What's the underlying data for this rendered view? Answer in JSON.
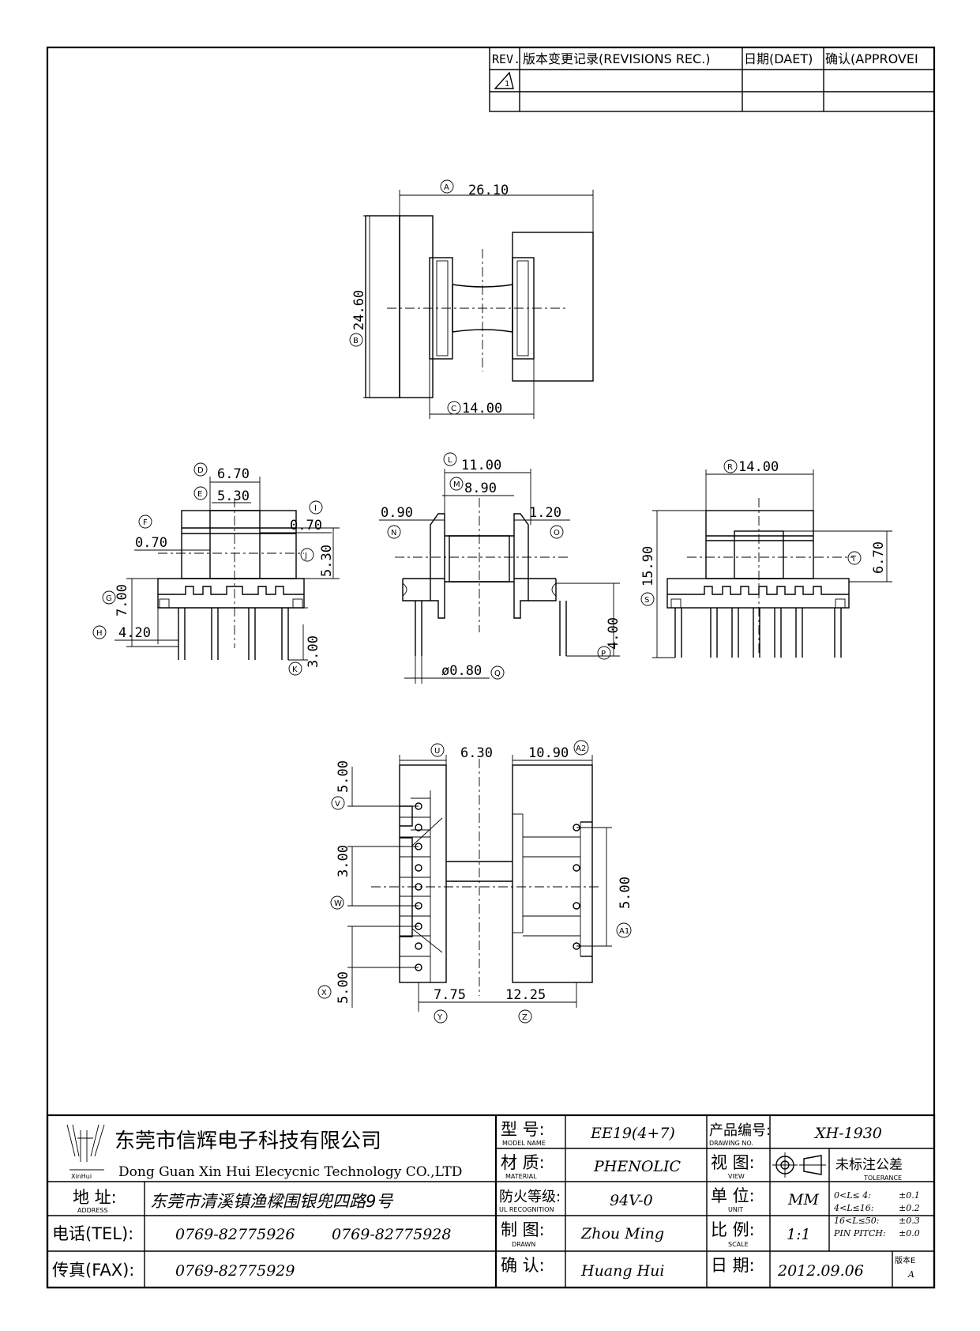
{
  "revision_block": {
    "rev_header": "REV.",
    "record_header": "版本变更记录(REVISIONS REC.)",
    "date_header": "日期(DAET)",
    "approve_header": "确认(APPROVEI",
    "rev_mark": "1"
  },
  "dimensions": {
    "top_view": {
      "A_value": "26.10",
      "B_value": "24.60",
      "C_value": "14.00"
    },
    "left_view": {
      "D_value": "6.70",
      "E_value": "5.30",
      "F_value": "0.70",
      "I_value": "0.70",
      "J_value": "5.30",
      "G_value": "7.00",
      "H_value": "4.20",
      "K_value": "3.00"
    },
    "front_view": {
      "L_value": "11.00",
      "M_value": "8.90",
      "N_value": "0.90",
      "O_value": "1.20",
      "P_value": "4.00",
      "Q_value": "ø0.80"
    },
    "right_view": {
      "R_value": "14.00",
      "S_value": "15.90",
      "T_value": "6.70"
    },
    "bottom_view": {
      "U_value": "6.30",
      "A2_value": "10.90",
      "V_value": "5.00",
      "W_value": "3.00",
      "X_value": "5.00",
      "Y_value": "7.75",
      "Z_value": "12.25",
      "A1_value": "5.00"
    }
  },
  "bubbles": {
    "A": "A",
    "B": "B",
    "C": "C",
    "D": "D",
    "E": "E",
    "F": "F",
    "G": "G",
    "H": "H",
    "I": "I",
    "J": "J",
    "K": "K",
    "L": "L",
    "M": "M",
    "N": "N",
    "O": "O",
    "P": "P",
    "Q": "Q",
    "R": "R",
    "S": "S",
    "T": "T",
    "U": "U",
    "V": "V",
    "W": "W",
    "X": "X",
    "Y": "Y",
    "Z": "Z",
    "A1": "A1",
    "A2": "A2"
  },
  "title_block": {
    "logo_text": "XinHui",
    "company_cn": "东莞市信辉电子科技有限公司",
    "company_en": "Dong Guan Xin Hui Elecycnic Technology CO.,LTD",
    "address_label_cn": "地  址:",
    "address_label_en": "ADDRESS",
    "address_value": "东莞市清溪镇渔樑围银兜四路9号",
    "tel_label": "电话(TEL):",
    "tel_value1": "0769-82775926",
    "tel_value2": "0769-82775928",
    "fax_label": "传真(FAX):",
    "fax_value": "0769-82775929",
    "model_label_cn": "型  号:",
    "model_label_en": "MODEL NAME",
    "model_value": "EE19(4+7)",
    "material_label_cn": "材  质:",
    "material_label_en": "MATERIAL",
    "material_value": "PHENOLIC",
    "ul_label_cn": "防火等级:",
    "ul_label_en": "UL RECOGNITION",
    "ul_value": "94V-0",
    "drawn_label_cn": "制  图:",
    "drawn_label_en": "DRAWN",
    "drawn_value": "Zhou Ming",
    "check_label_cn": "确  认:",
    "check_value": "Huang Hui",
    "drawing_no_label_cn": "产品编号:",
    "drawing_no_label_en": "DRAWING NO.",
    "drawing_no_value": "XH-1930",
    "view_label_cn": "视  图:",
    "view_label_en": "VIEW",
    "unit_label_cn": "单  位:",
    "unit_label_en": "UNIT",
    "unit_value": "MM",
    "scale_label_cn": "比  例:",
    "scale_label_en": "SCALE",
    "scale_value": "1:1",
    "date_label_cn": "日  期:",
    "date_value": "2012.09.06",
    "version_label": "版本E",
    "version_value": "A",
    "tolerance_label_cn": "未标注公差",
    "tolerance_label_en": "TOLERANCE",
    "tol_row1_range": "0<L≤ 4:",
    "tol_row1_value": "±0.1",
    "tol_row2_range": "4<L≤16:",
    "tol_row2_value": "±0.2",
    "tol_row3_range": "16<L≤50:",
    "tol_row3_value": "±0.3",
    "tol_row4_range": "PIN PITCH:",
    "tol_row4_value": "±0.0"
  }
}
